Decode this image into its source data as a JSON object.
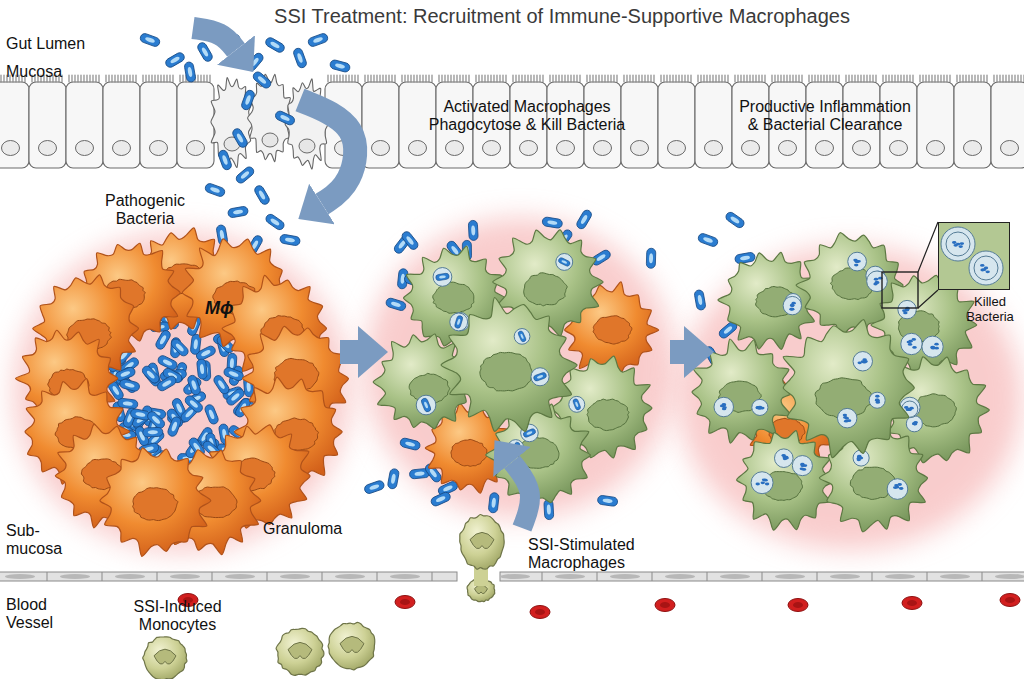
{
  "diagram": {
    "title": "SSI Treatment: Recruitment of Immune-Supportive Macrophages",
    "nodes": [
      {
        "text": [
          "Mϕ",
          "Granuloma"
        ]
      },
      {
        "text": [
          "Activated Macrophages Phagocytose & Kill Bacteria"
        ]
      },
      {
        "text": [
          "Productive Inflammation & Bacterial Clearance"
        ]
      },
      {
        "text": [
          "Killed Bacteria"
        ],
        "in": 2
      }
    ],
    "edges": [
      {
        "from": 0,
        "to": 1,
        "arrow": "to"
      },
      {
        "from": 1,
        "to": 2,
        "arrow": "to"
      }
    ],
    "labels": [
      "Gut Lumen",
      "Mucosa",
      "Pathogenic Bacteria",
      "Sub- mucosa",
      "SSI-Stimulated Macrophages",
      "Blood Vessel",
      "SSI-Induced Monocytes"
    ]
  }
}
